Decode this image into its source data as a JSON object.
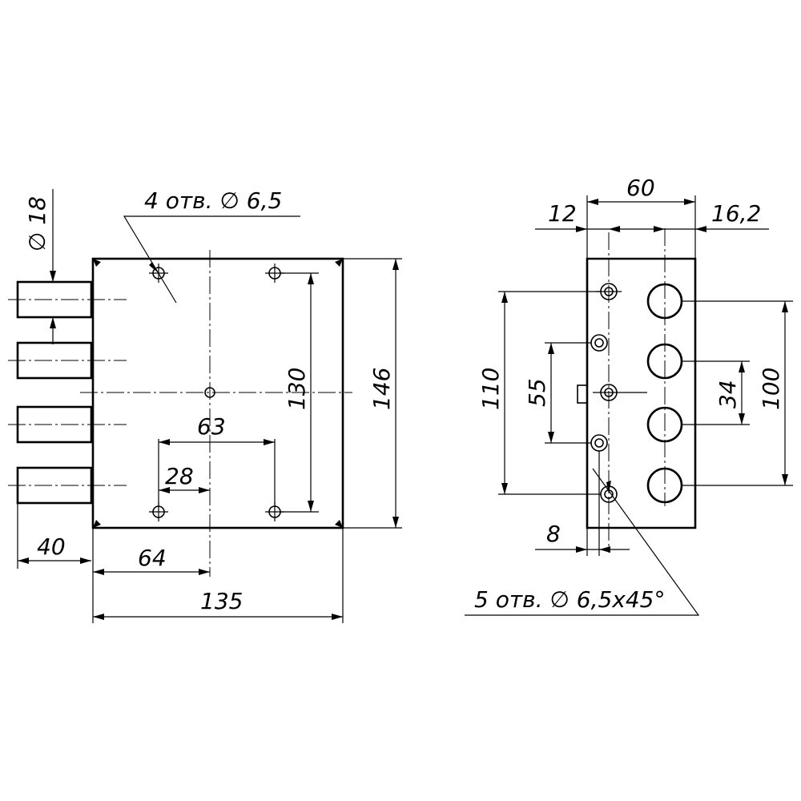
{
  "left_view": {
    "note_holes": "4 отв. ∅ 6,5",
    "dim_pin_diameter": "∅ 18",
    "dim_pin_length": "40",
    "dim_axis_offset": "64",
    "dim_width": "135",
    "dim_hole_spacing_h": "63",
    "dim_hole_offset": "28",
    "dim_hole_spacing_v": "130",
    "dim_height": "146"
  },
  "right_view": {
    "dim_top_60": "60",
    "dim_top_12": "12",
    "dim_top_16_2": "16,2",
    "dim_110": "110",
    "dim_55": "55",
    "dim_34": "34",
    "dim_100": "100",
    "dim_8": "8",
    "note_holes": "5 отв. ∅ 6,5x45°"
  }
}
